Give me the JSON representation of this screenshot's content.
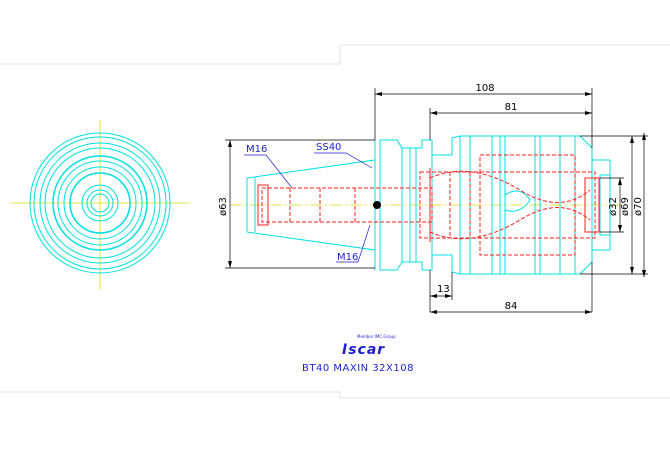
{
  "drawing": {
    "caption": "BT40 MAXIN 32X108",
    "logo_text": "Iscar",
    "logo_subtext": "Member IMC Group",
    "colors": {
      "cyan": "#00e0e0",
      "red": "#ff2020",
      "blue": "#1f1fcf",
      "yellow": "#e0e000",
      "black": "#000000"
    },
    "dimensions": {
      "overall_length": "108",
      "body_length": "81",
      "gauge_offset": "13",
      "nose_length": "84",
      "taper_dia": "ø63",
      "bore_dia": "ø32",
      "nut_dia_1": "ø69",
      "nut_dia_2": "ø70"
    },
    "labels": {
      "thread_top": "M16",
      "taper_std": "SS40",
      "thread_bottom": "M16"
    }
  }
}
